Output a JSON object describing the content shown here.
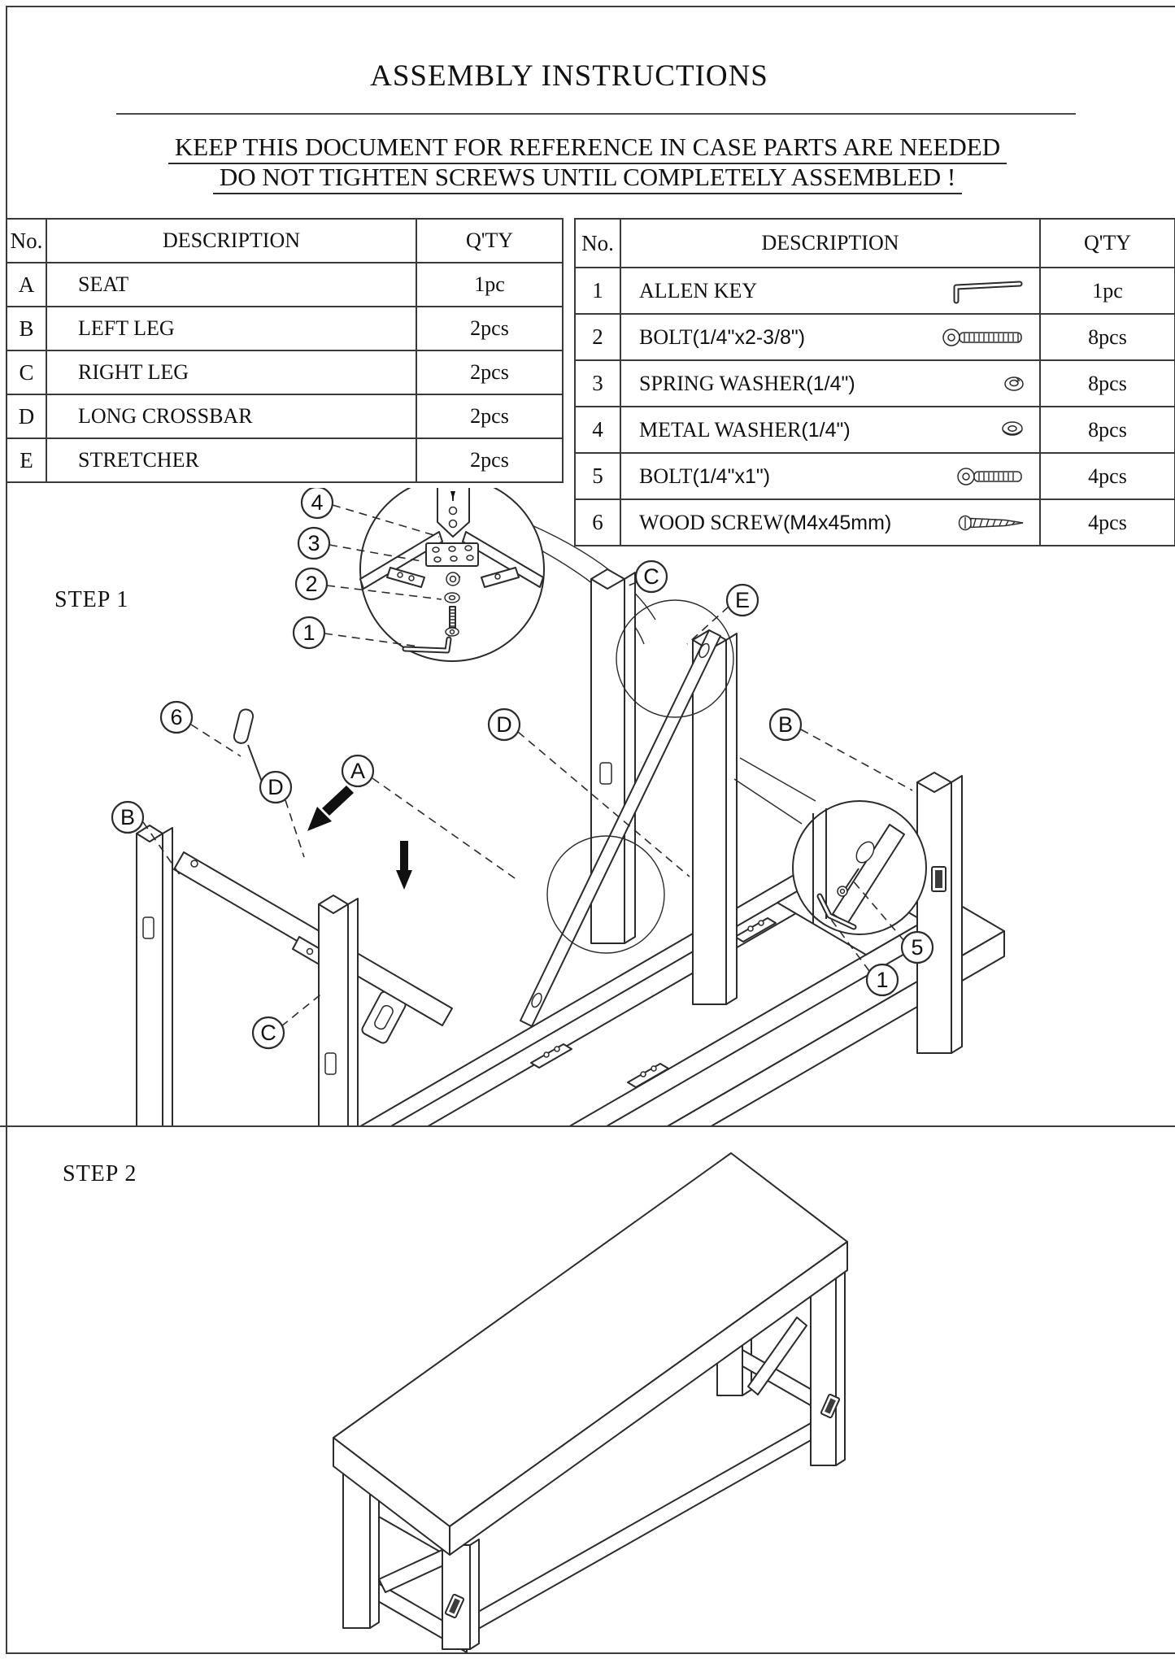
{
  "page": {
    "title": "ASSEMBLY INSTRUCTIONS",
    "warning_line1": "KEEP THIS DOCUMENT FOR REFERENCE IN CASE PARTS ARE NEEDED",
    "warning_line2": "DO NOT TIGHTEN SCREWS UNTIL COMPLETELY ASSEMBLED !"
  },
  "parts_table": {
    "headers": {
      "no": "No.",
      "description": "DESCRIPTION",
      "qty": "Q'TY"
    },
    "rows": [
      {
        "no": "A",
        "description": "SEAT",
        "qty": "1pc"
      },
      {
        "no": "B",
        "description": "LEFT LEG",
        "qty": "2pcs"
      },
      {
        "no": "C",
        "description": "RIGHT LEG",
        "qty": "2pcs"
      },
      {
        "no": "D",
        "description": "LONG CROSSBAR",
        "qty": "2pcs"
      },
      {
        "no": "E",
        "description": "STRETCHER",
        "qty": "2pcs"
      }
    ]
  },
  "hardware_table": {
    "headers": {
      "no": "No.",
      "description": "DESCRIPTION",
      "qty": "Q'TY"
    },
    "rows": [
      {
        "no": "1",
        "name": "ALLEN KEY",
        "spec": "",
        "icon": "allen-key-icon",
        "qty": "1pc"
      },
      {
        "no": "2",
        "name": "BOLT",
        "spec": "(1/4\"x2-3/8\")",
        "icon": "bolt-long-icon",
        "qty": "8pcs"
      },
      {
        "no": "3",
        "name": "SPRING WASHER",
        "spec": "(1/4\")",
        "icon": "spring-washer-icon",
        "qty": "8pcs"
      },
      {
        "no": "4",
        "name": "METAL WASHER",
        "spec": "(1/4\")",
        "icon": "metal-washer-icon",
        "qty": "8pcs"
      },
      {
        "no": "5",
        "name": "BOLT",
        "spec": "(1/4\"x1\")",
        "icon": "bolt-short-icon",
        "qty": "4pcs"
      },
      {
        "no": "6",
        "name": "WOOD SCREW",
        "spec": "(M4x45mm)",
        "icon": "wood-screw-icon",
        "qty": "4pcs"
      }
    ]
  },
  "steps": {
    "step1": "STEP 1",
    "step2": "STEP 2"
  },
  "callouts": {
    "n4": "4",
    "n3": "3",
    "n2": "2",
    "n1": "1",
    "c_top": "C",
    "e": "E",
    "b_right": "B",
    "n6": "6",
    "b_left": "B",
    "d_left": "D",
    "a": "A",
    "d_mid": "D",
    "c_bottom": "C",
    "n5": "5",
    "n1_right": "1"
  },
  "colors": {
    "line": "#2b2b2b",
    "text": "#111111",
    "table_border": "#3a3a3a",
    "background": "#ffffff"
  }
}
